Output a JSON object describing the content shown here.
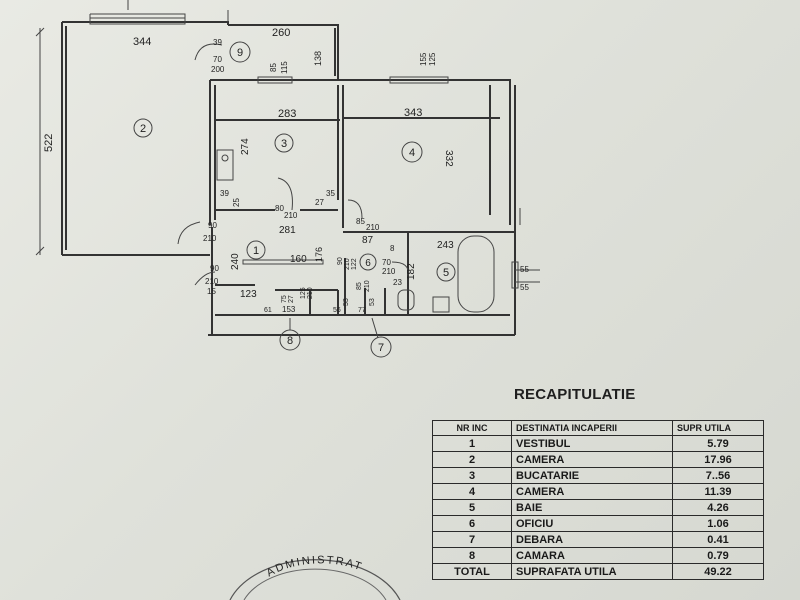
{
  "plan": {
    "dimensions": {
      "w344": "344",
      "w260": "260",
      "w39a": "39",
      "w138": "138",
      "w70": "70",
      "w200": "200",
      "w85a": "85",
      "w115": "115",
      "w155": "155",
      "w125": "125",
      "w283": "283",
      "w343": "343",
      "w522": "522",
      "w274": "274",
      "w332": "332",
      "w39b": "39",
      "w25": "25",
      "w80": "80",
      "w210a": "210",
      "w27": "27",
      "w35": "35",
      "w90a": "90",
      "w210b": "210",
      "w281": "281",
      "w85b": "85",
      "w210c": "210",
      "w87": "87",
      "w8": "8",
      "w243": "243",
      "w240": "240",
      "w160": "160",
      "w176": "176",
      "w90b": "90",
      "w210d": "210",
      "w122": "122",
      "w70b": "70",
      "w210e": "210",
      "w85c": "85",
      "w210f": "210",
      "w23": "23",
      "w182": "182",
      "w90c": "90",
      "w210g": "210",
      "w15": "15",
      "w123": "123",
      "w75": "75",
      "w27b": "27",
      "w125b": "125",
      "w210h": "210",
      "w55a": "55",
      "w55b": "55",
      "w61": "61",
      "w153": "153",
      "w56": "56",
      "w53a": "53",
      "w77": "77",
      "w53b": "53"
    },
    "rooms": {
      "r1": "1",
      "r2": "2",
      "r3": "3",
      "r4": "4",
      "r5": "5",
      "r6": "6",
      "r7": "7",
      "r8": "8",
      "r9": "9"
    }
  },
  "recap": {
    "title": "RECAPITULATIE",
    "headers": {
      "nr": "NR INC",
      "dest": "DESTINATIA INCAPERII",
      "area": "SUPR UTILA"
    },
    "rows": [
      {
        "nr": "1",
        "dest": "VESTIBUL",
        "area": "5.79"
      },
      {
        "nr": "2",
        "dest": "CAMERA",
        "area": "17.96"
      },
      {
        "nr": "3",
        "dest": "BUCATARIE",
        "area": "7..56"
      },
      {
        "nr": "4",
        "dest": "CAMERA",
        "area": "11.39"
      },
      {
        "nr": "5",
        "dest": "BAIE",
        "area": "4.26"
      },
      {
        "nr": "6",
        "dest": "OFICIU",
        "area": "1.06"
      },
      {
        "nr": "7",
        "dest": "DEBARA",
        "area": "0.41"
      },
      {
        "nr": "8",
        "dest": "CAMARA",
        "area": "0.79"
      }
    ],
    "total": {
      "nr": "TOTAL",
      "dest": "SUPRAFATA UTILA",
      "area": "49.22"
    }
  },
  "stamp": {
    "text": "ADMINISTRAT"
  }
}
